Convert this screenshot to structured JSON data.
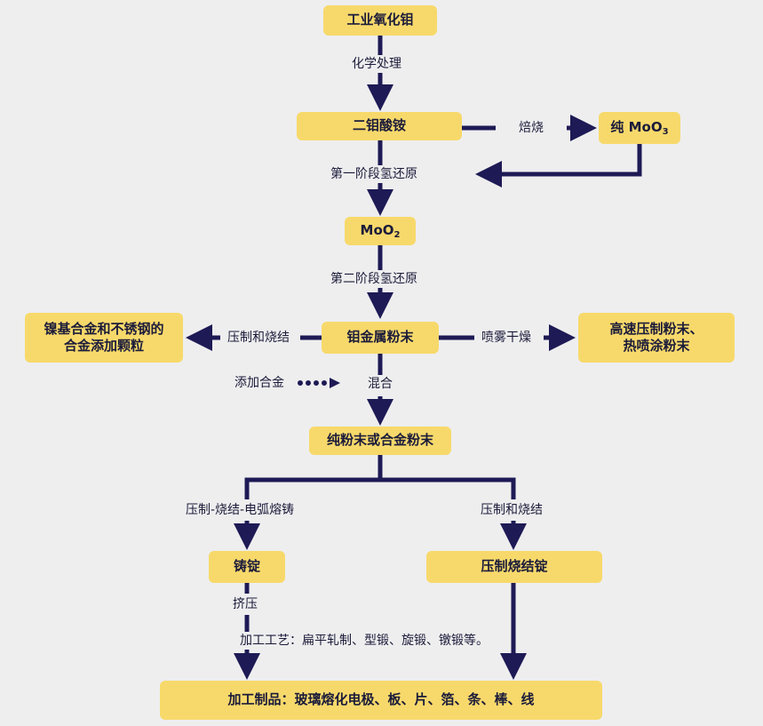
{
  "colors": {
    "background": "#eeeeef",
    "box_fill": "#f7d96b",
    "arrow": "#1e1a55",
    "text": "#1b1b3a"
  },
  "nodes": {
    "industrial_moo3": "工业氧化钼",
    "ammonium_dimolybdate": "二钼酸铵",
    "pure_moo3_prefix": "纯 MoO",
    "pure_moo3_sub": "3",
    "moo2_prefix": "MoO",
    "moo2_sub": "2",
    "mo_metal_powder": "钼金属粉末",
    "nickel_alloy_additive": "镍基合金和不锈钢的\n合金添加颗粒",
    "spray_powder": "高速压制粉末、\n热喷涂粉末",
    "pure_or_alloy_powder": "纯粉末或合金粉末",
    "ingot": "铸锭",
    "sintered_ingot": "压制烧结锭",
    "products": "加工制品：玻璃熔化电极、板、片、箔、条、棒、线"
  },
  "labels": {
    "chemical_treatment": "化学处理",
    "roasting": "焙烧",
    "first_stage_reduction": "第一阶段氢还原",
    "second_stage_reduction": "第二阶段氢还原",
    "press_sinter_left": "压制和烧结",
    "spray_drying": "喷雾干燥",
    "add_alloy": "添加合金",
    "mixing": "混合",
    "press_sinter_arc_melt": "压制-烧结-电弧熔铸",
    "press_sinter_right": "压制和烧结",
    "extrusion": "挤压",
    "processing": "加工工艺：扁平轧制、型锻、旋锻、镦锻等。"
  }
}
